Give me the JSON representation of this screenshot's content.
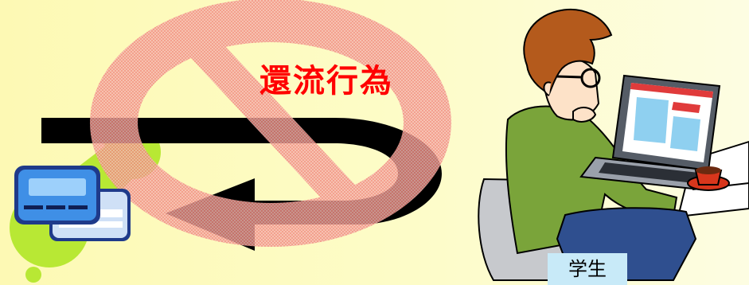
{
  "slide": {
    "prohibited_label": "還流行為",
    "student_label": "学生"
  },
  "icons": {
    "no_sign": "prohibition-icon",
    "arrow": "u-turn-arrow-icon",
    "cards": "id-card-icon",
    "person": "student-at-laptop-illustration"
  },
  "colors": {
    "background": "#fdfcc2",
    "prohibition_red": "#ff0000",
    "label_box": "#c8eaf8",
    "blob_green": "#b8e834"
  }
}
